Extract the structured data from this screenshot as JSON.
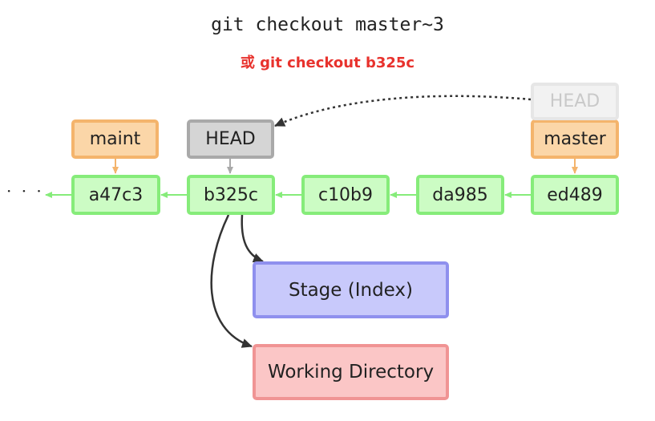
{
  "command": "git checkout master~3",
  "alt_command": "或 git checkout b325c",
  "colors": {
    "alt_command": "#e8322d",
    "commit_arrow": "#86ec7a",
    "branch_arrow": "#f4b46c",
    "head_arrow": "#a9a9a9",
    "move_arrow": "#333333"
  },
  "ellipsis": "· · ·",
  "commits": [
    "a47c3",
    "b325c",
    "c10b9",
    "da985",
    "ed489"
  ],
  "branches": {
    "maint": "maint",
    "master": "master"
  },
  "head": {
    "current": "HEAD",
    "previous": "HEAD"
  },
  "areas": {
    "stage": "Stage (Index)",
    "working_directory": "Working Directory"
  }
}
